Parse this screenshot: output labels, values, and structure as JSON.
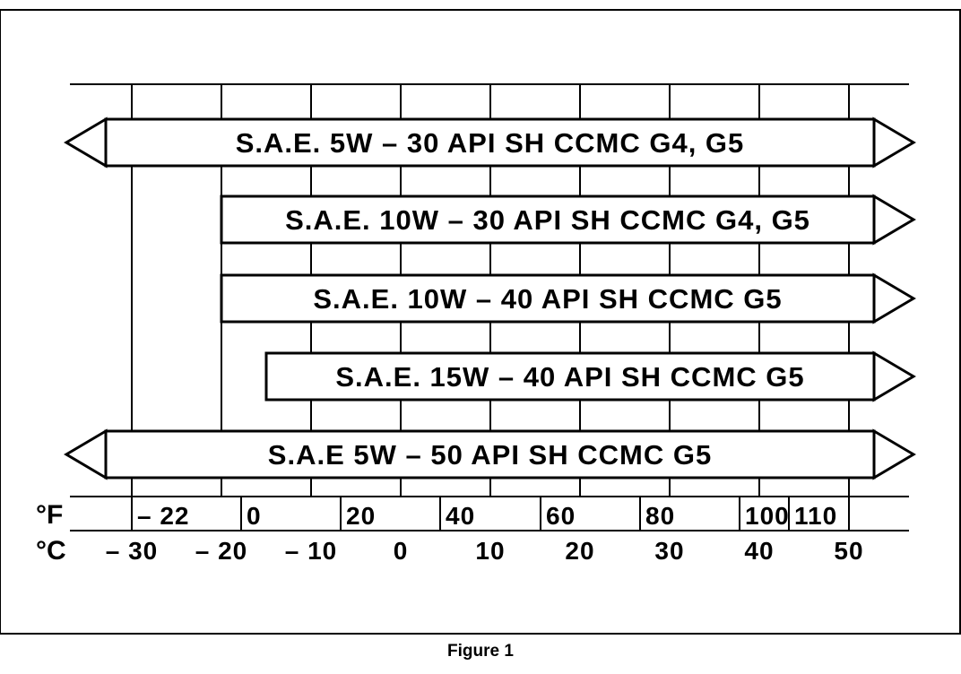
{
  "figure": {
    "caption": "Figure 1"
  },
  "chart_data": {
    "type": "range-bar",
    "units": {
      "fahrenheit_label": "°F",
      "celsius_label": "°C"
    },
    "celsius_ticks": [
      {
        "value": -30,
        "label": "– 30"
      },
      {
        "value": -20,
        "label": "– 20"
      },
      {
        "value": -10,
        "label": "– 10"
      },
      {
        "value": 0,
        "label": "0"
      },
      {
        "value": 10,
        "label": "10"
      },
      {
        "value": 20,
        "label": "20"
      },
      {
        "value": 30,
        "label": "30"
      },
      {
        "value": 40,
        "label": "40"
      },
      {
        "value": 50,
        "label": "50"
      }
    ],
    "fahrenheit_ticks": [
      {
        "celsius": -30,
        "label": "– 22"
      },
      {
        "celsius": -17.8,
        "label": "0"
      },
      {
        "celsius": -6.7,
        "label": "20"
      },
      {
        "celsius": 4.4,
        "label": "40"
      },
      {
        "celsius": 15.6,
        "label": "60"
      },
      {
        "celsius": 26.7,
        "label": "80"
      },
      {
        "celsius": 37.8,
        "label": "100"
      },
      {
        "celsius": 43.3,
        "label": "110"
      }
    ],
    "bands": [
      {
        "label": "S.A.E. 5W – 30 API SH CCMC G4, G5",
        "min_c": -30,
        "max_c": 50,
        "open_low": true,
        "open_high": true
      },
      {
        "label": "S.A.E. 10W – 30 API SH CCMC G4, G5",
        "min_c": -20,
        "max_c": 50,
        "open_low": false,
        "open_high": true
      },
      {
        "label": "S.A.E. 10W – 40 API SH CCMC G5",
        "min_c": -20,
        "max_c": 50,
        "open_low": false,
        "open_high": true
      },
      {
        "label": "S.A.E. 15W – 40 API SH CCMC G5",
        "min_c": -15,
        "max_c": 50,
        "open_low": false,
        "open_high": true
      },
      {
        "label": "S.A.E 5W – 50 API SH CCMC G5",
        "min_c": -30,
        "max_c": 50,
        "open_low": true,
        "open_high": true
      }
    ]
  }
}
